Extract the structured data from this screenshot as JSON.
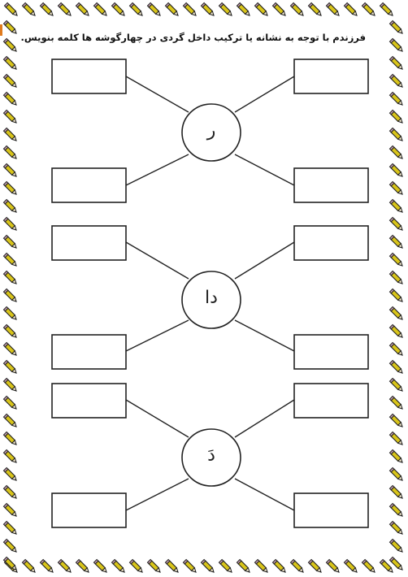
{
  "worksheet": {
    "instruction": "فرزندم با توجه به نشانه یا ترکیب داخل گردی در چهارگوشه ها کلمه بنویس.",
    "groups": [
      {
        "letter": "ر",
        "boxes": [
          "",
          "",
          "",
          ""
        ]
      },
      {
        "letter": "دا",
        "boxes": [
          "",
          "",
          "",
          ""
        ]
      },
      {
        "letter": "دَ",
        "boxes": [
          "",
          "",
          "",
          ""
        ]
      }
    ]
  },
  "decoration": {
    "border_icon": "pencil-icon",
    "pencil_body_color": "#d8c41a",
    "pencil_outline_color": "#222222",
    "pencil_eraser_color": "#c8a0b0",
    "left_accent_color": "#e07b1f"
  }
}
